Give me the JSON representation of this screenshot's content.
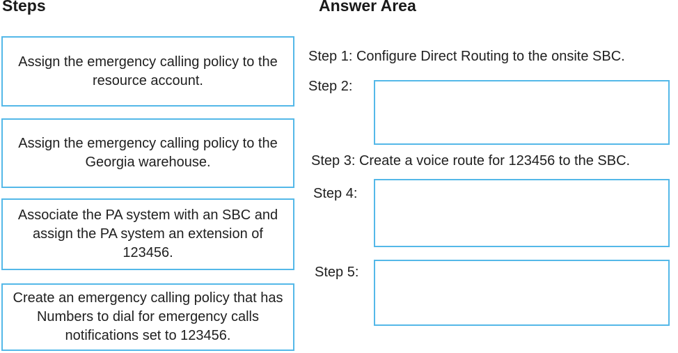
{
  "colors": {
    "box_border": "#54b8e8",
    "text": "#202020"
  },
  "steps_panel": {
    "title": "Steps",
    "options": [
      {
        "text": "Assign the emergency calling policy to the resource account."
      },
      {
        "text": "Assign the emergency calling policy to the Georgia warehouse."
      },
      {
        "text": "Associate the PA system with an SBC and assign the PA system an extension of 123456."
      },
      {
        "text": "Create an emergency calling policy that has Numbers to dial for emergency calls notifications set to 123456."
      }
    ]
  },
  "answer_area": {
    "title": "Answer Area",
    "rows": [
      {
        "label": "Step 1:",
        "text": "Configure Direct Routing to the onsite SBC.",
        "kind": "static"
      },
      {
        "label": "Step 2:",
        "text": "",
        "kind": "dropzone"
      },
      {
        "label": "Step 3:",
        "text": "Create a voice route for 123456 to the SBC.",
        "kind": "static"
      },
      {
        "label": "Step 4:",
        "text": "",
        "kind": "dropzone"
      },
      {
        "label": "Step 5:",
        "text": "",
        "kind": "dropzone"
      }
    ]
  }
}
